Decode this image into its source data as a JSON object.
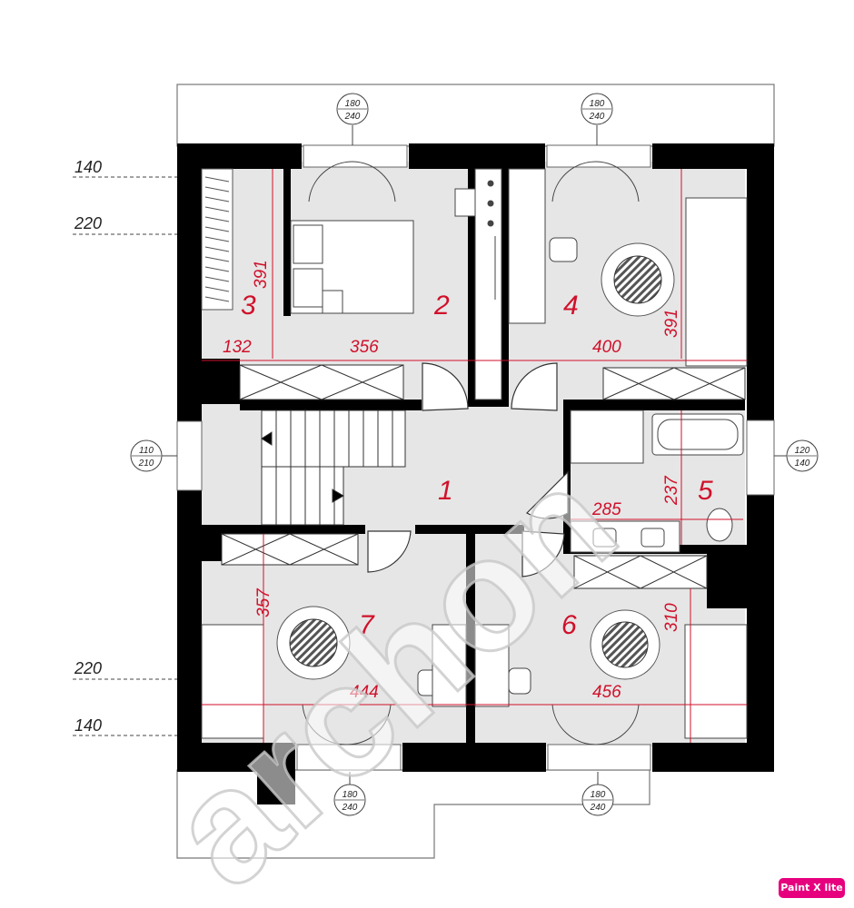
{
  "rooms": [
    {
      "id": "1"
    },
    {
      "id": "2"
    },
    {
      "id": "3"
    },
    {
      "id": "4"
    },
    {
      "id": "5"
    },
    {
      "id": "6"
    },
    {
      "id": "7"
    }
  ],
  "dimensions": {
    "d391_left": "391",
    "d132": "132",
    "d356": "356",
    "d400": "400",
    "d391_right": "391",
    "d285": "285",
    "d237": "237",
    "d357": "357",
    "d310": "310",
    "d444": "444",
    "d456": "456"
  },
  "levels": {
    "top_140": "140",
    "top_220": "220",
    "bottom_220": "220",
    "bottom_140": "140"
  },
  "openings": [
    {
      "top": "180",
      "bottom": "240"
    },
    {
      "top": "180",
      "bottom": "240"
    },
    {
      "top": "110",
      "bottom": "210"
    },
    {
      "top": "120",
      "bottom": "140"
    },
    {
      "top": "180",
      "bottom": "240"
    },
    {
      "top": "180",
      "bottom": "240"
    }
  ],
  "watermark": "archon",
  "badge": "Paint X lite",
  "colors": {
    "wall": "#000000",
    "floor": "#e6e6e6",
    "dimension_text": "#d0112b",
    "badge_bg": "#e6007e"
  }
}
